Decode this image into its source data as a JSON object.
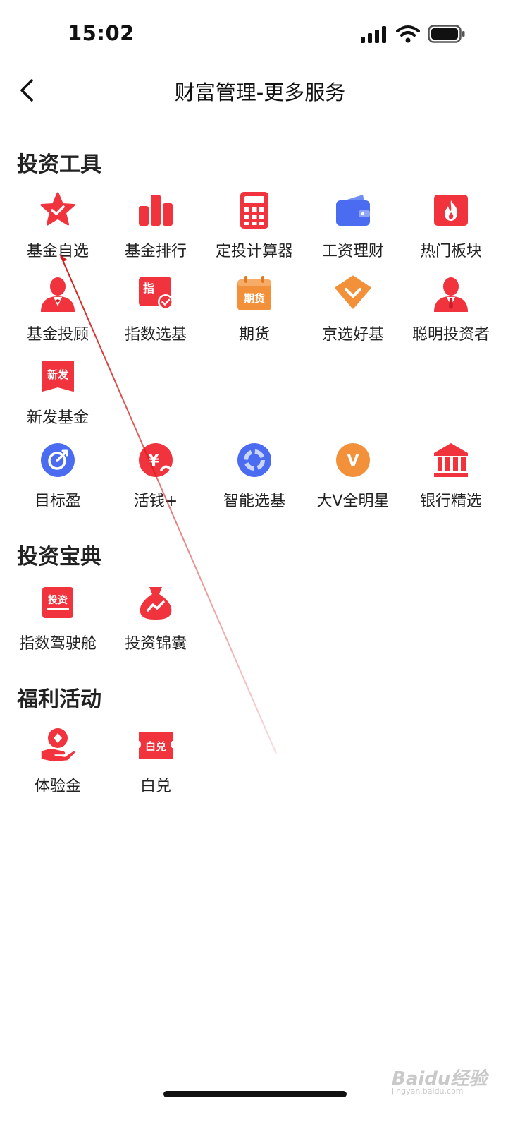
{
  "status_bar": {
    "time": "15:02"
  },
  "nav": {
    "title": "财富管理-更多服务"
  },
  "sections": {
    "tools": {
      "title": "投资工具",
      "items": [
        {
          "label": "基金自选",
          "icon": "star-check-icon"
        },
        {
          "label": "基金排行",
          "icon": "bar-chart-icon"
        },
        {
          "label": "定投计算器",
          "icon": "calculator-icon"
        },
        {
          "label": "工资理财",
          "icon": "wallet-icon"
        },
        {
          "label": "热门板块",
          "icon": "fire-icon"
        },
        {
          "label": "基金投顾",
          "icon": "advisor-icon",
          "icon_text": ""
        },
        {
          "label": "指数选基",
          "icon": "index-icon",
          "icon_text": "指"
        },
        {
          "label": "期货",
          "icon": "calendar-futures-icon",
          "icon_text": "期货"
        },
        {
          "label": "京选好基",
          "icon": "chevron-shield-icon"
        },
        {
          "label": "聪明投资者",
          "icon": "investor-icon"
        },
        {
          "label": "新发基金",
          "icon": "new-fund-icon",
          "icon_text": "新发"
        },
        {
          "label": "目标盈",
          "icon": "target-icon"
        },
        {
          "label": "活钱+",
          "icon": "yuan-icon",
          "icon_text": "¥"
        },
        {
          "label": "智能选基",
          "icon": "smart-ring-icon"
        },
        {
          "label": "大V全明星",
          "icon": "v-badge-icon",
          "icon_text": "V"
        },
        {
          "label": "银行精选",
          "icon": "bank-icon"
        }
      ]
    },
    "guide": {
      "title": "投资宝典",
      "items": [
        {
          "label": "指数驾驶舱",
          "icon": "invest-tag-icon",
          "icon_text": "投资"
        },
        {
          "label": "投资锦囊",
          "icon": "money-bag-icon"
        }
      ]
    },
    "benefits": {
      "title": "福利活动",
      "items": [
        {
          "label": "体验金",
          "icon": "hand-coin-icon"
        },
        {
          "label": "白兑",
          "icon": "ticket-icon",
          "icon_text": "白兑"
        }
      ]
    }
  },
  "watermark": {
    "text": "Baidu经验",
    "sub": "jingyan.baidu.com"
  },
  "colors": {
    "accent": "#f0333d",
    "blue": "#4b6cf0",
    "orange": "#f3913a"
  }
}
